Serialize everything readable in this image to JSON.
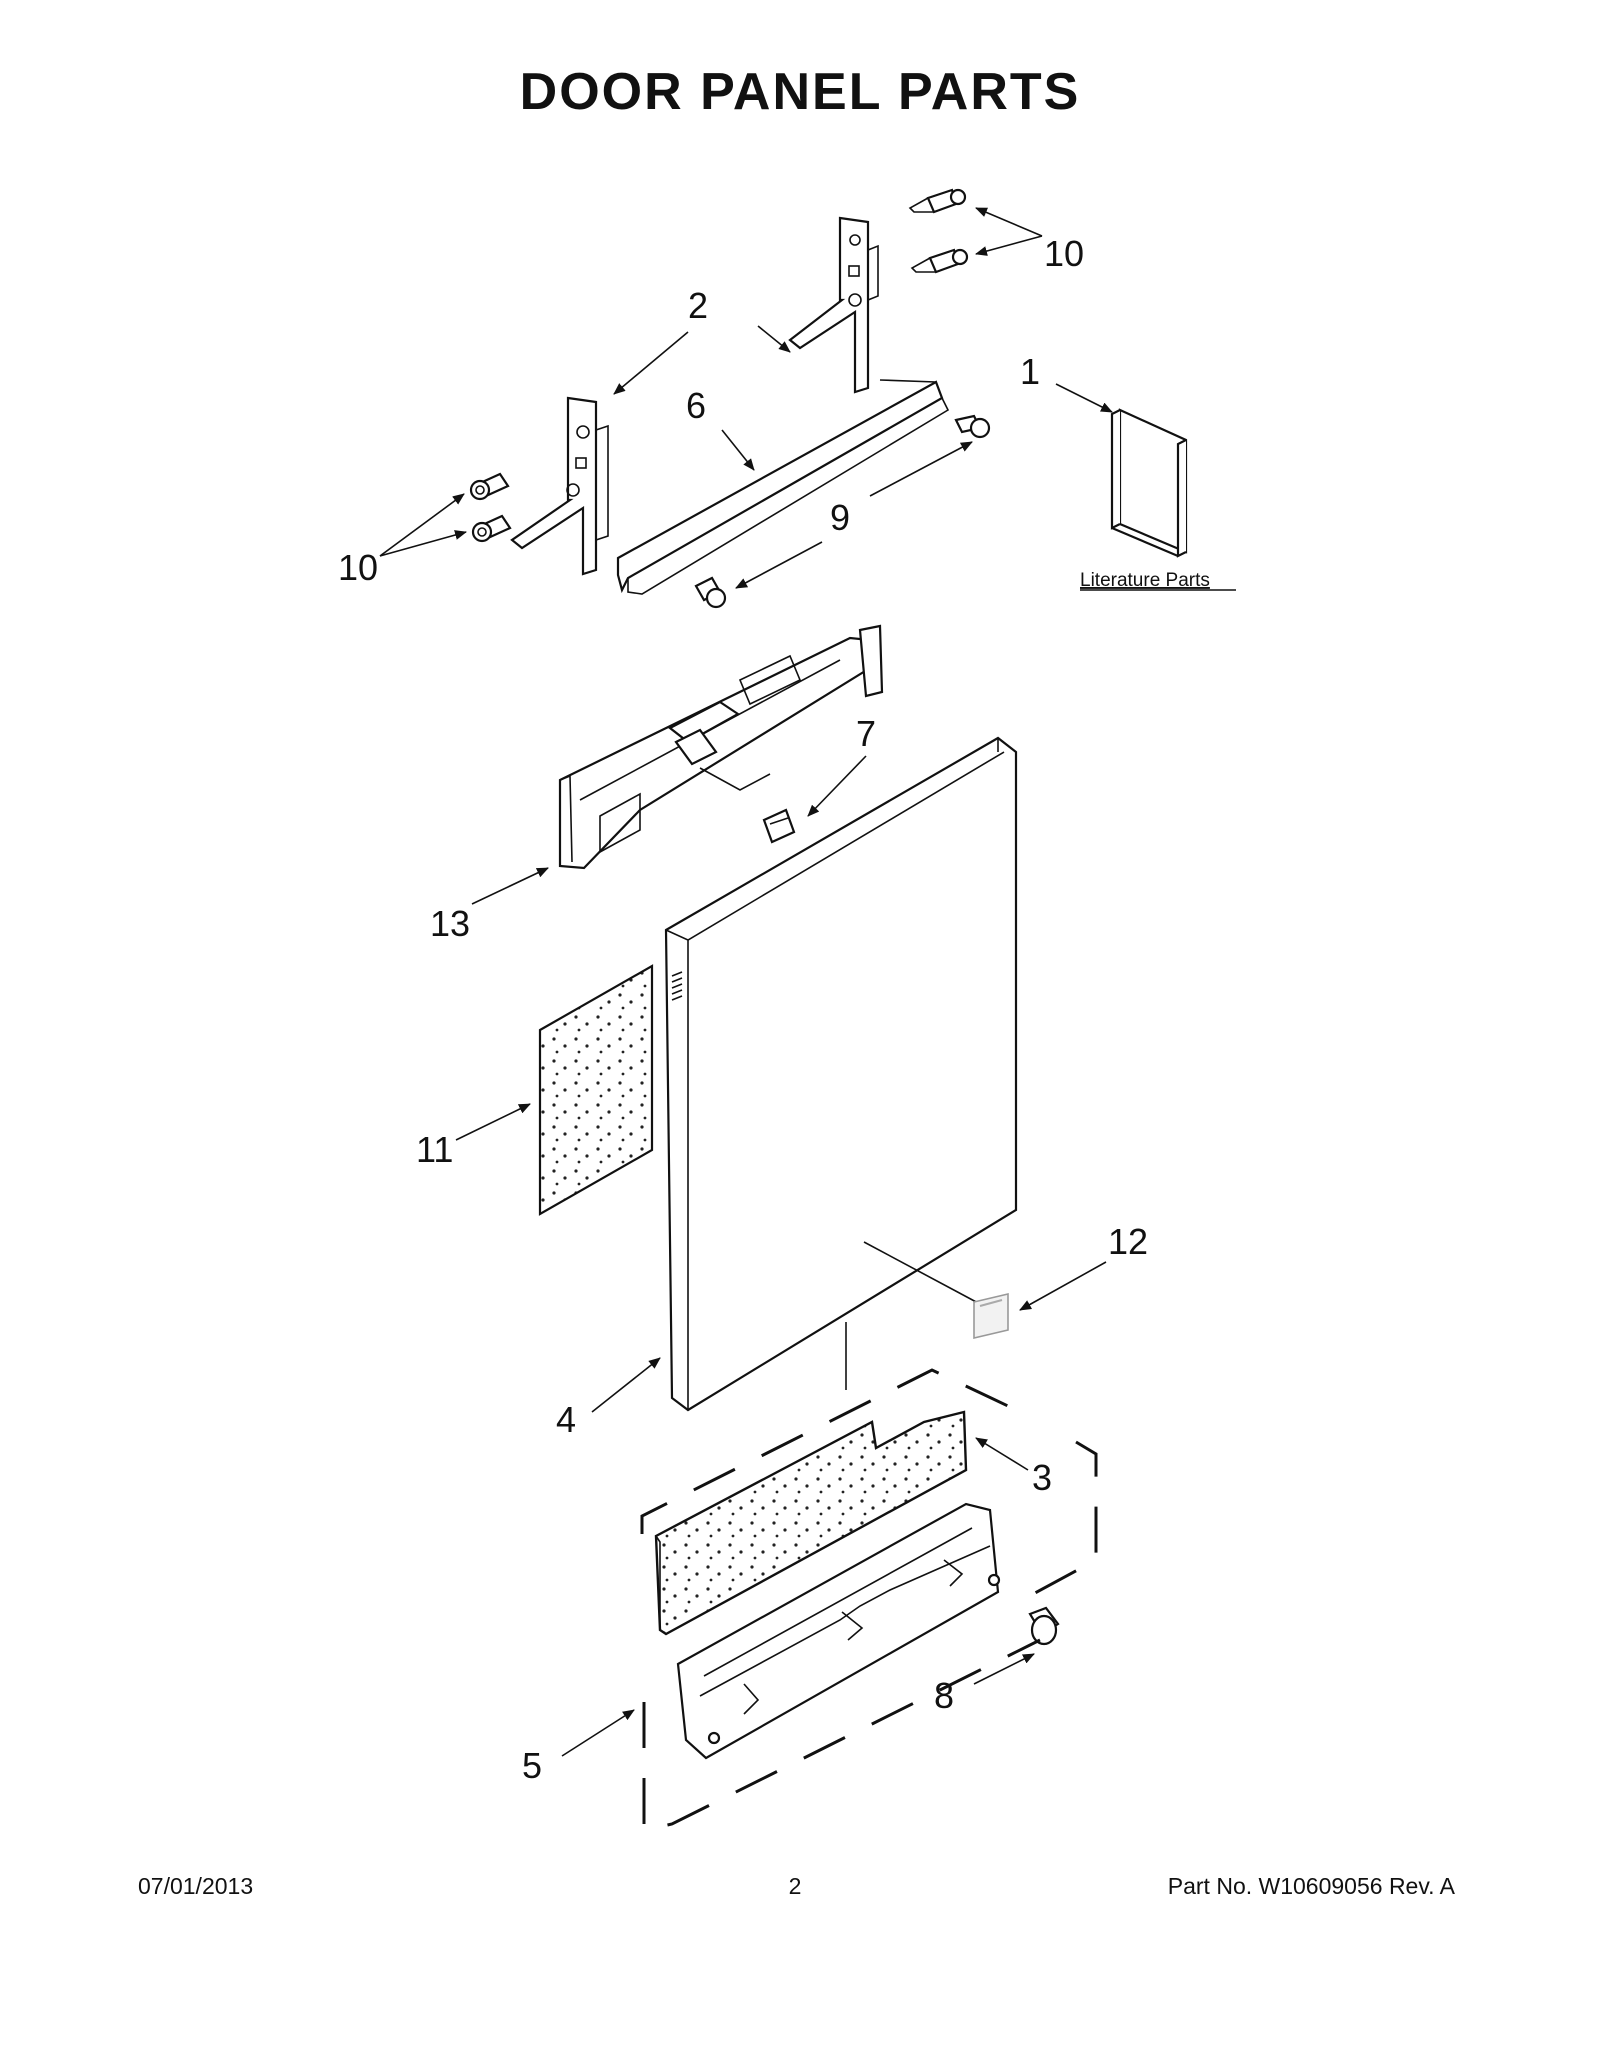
{
  "title": "DOOR PANEL PARTS",
  "callouts": {
    "c1": "1",
    "c2": "2",
    "c3": "3",
    "c4": "4",
    "c5": "5",
    "c6": "6",
    "c7": "7",
    "c8": "8",
    "c9": "9",
    "c10a": "10",
    "c10b": "10",
    "c11": "11",
    "c12": "12",
    "c13": "13"
  },
  "literature_label": "Literature Parts",
  "footer": {
    "date": "07/01/2013",
    "page": "2",
    "part": "Part No.  W10609056  Rev.  A"
  }
}
